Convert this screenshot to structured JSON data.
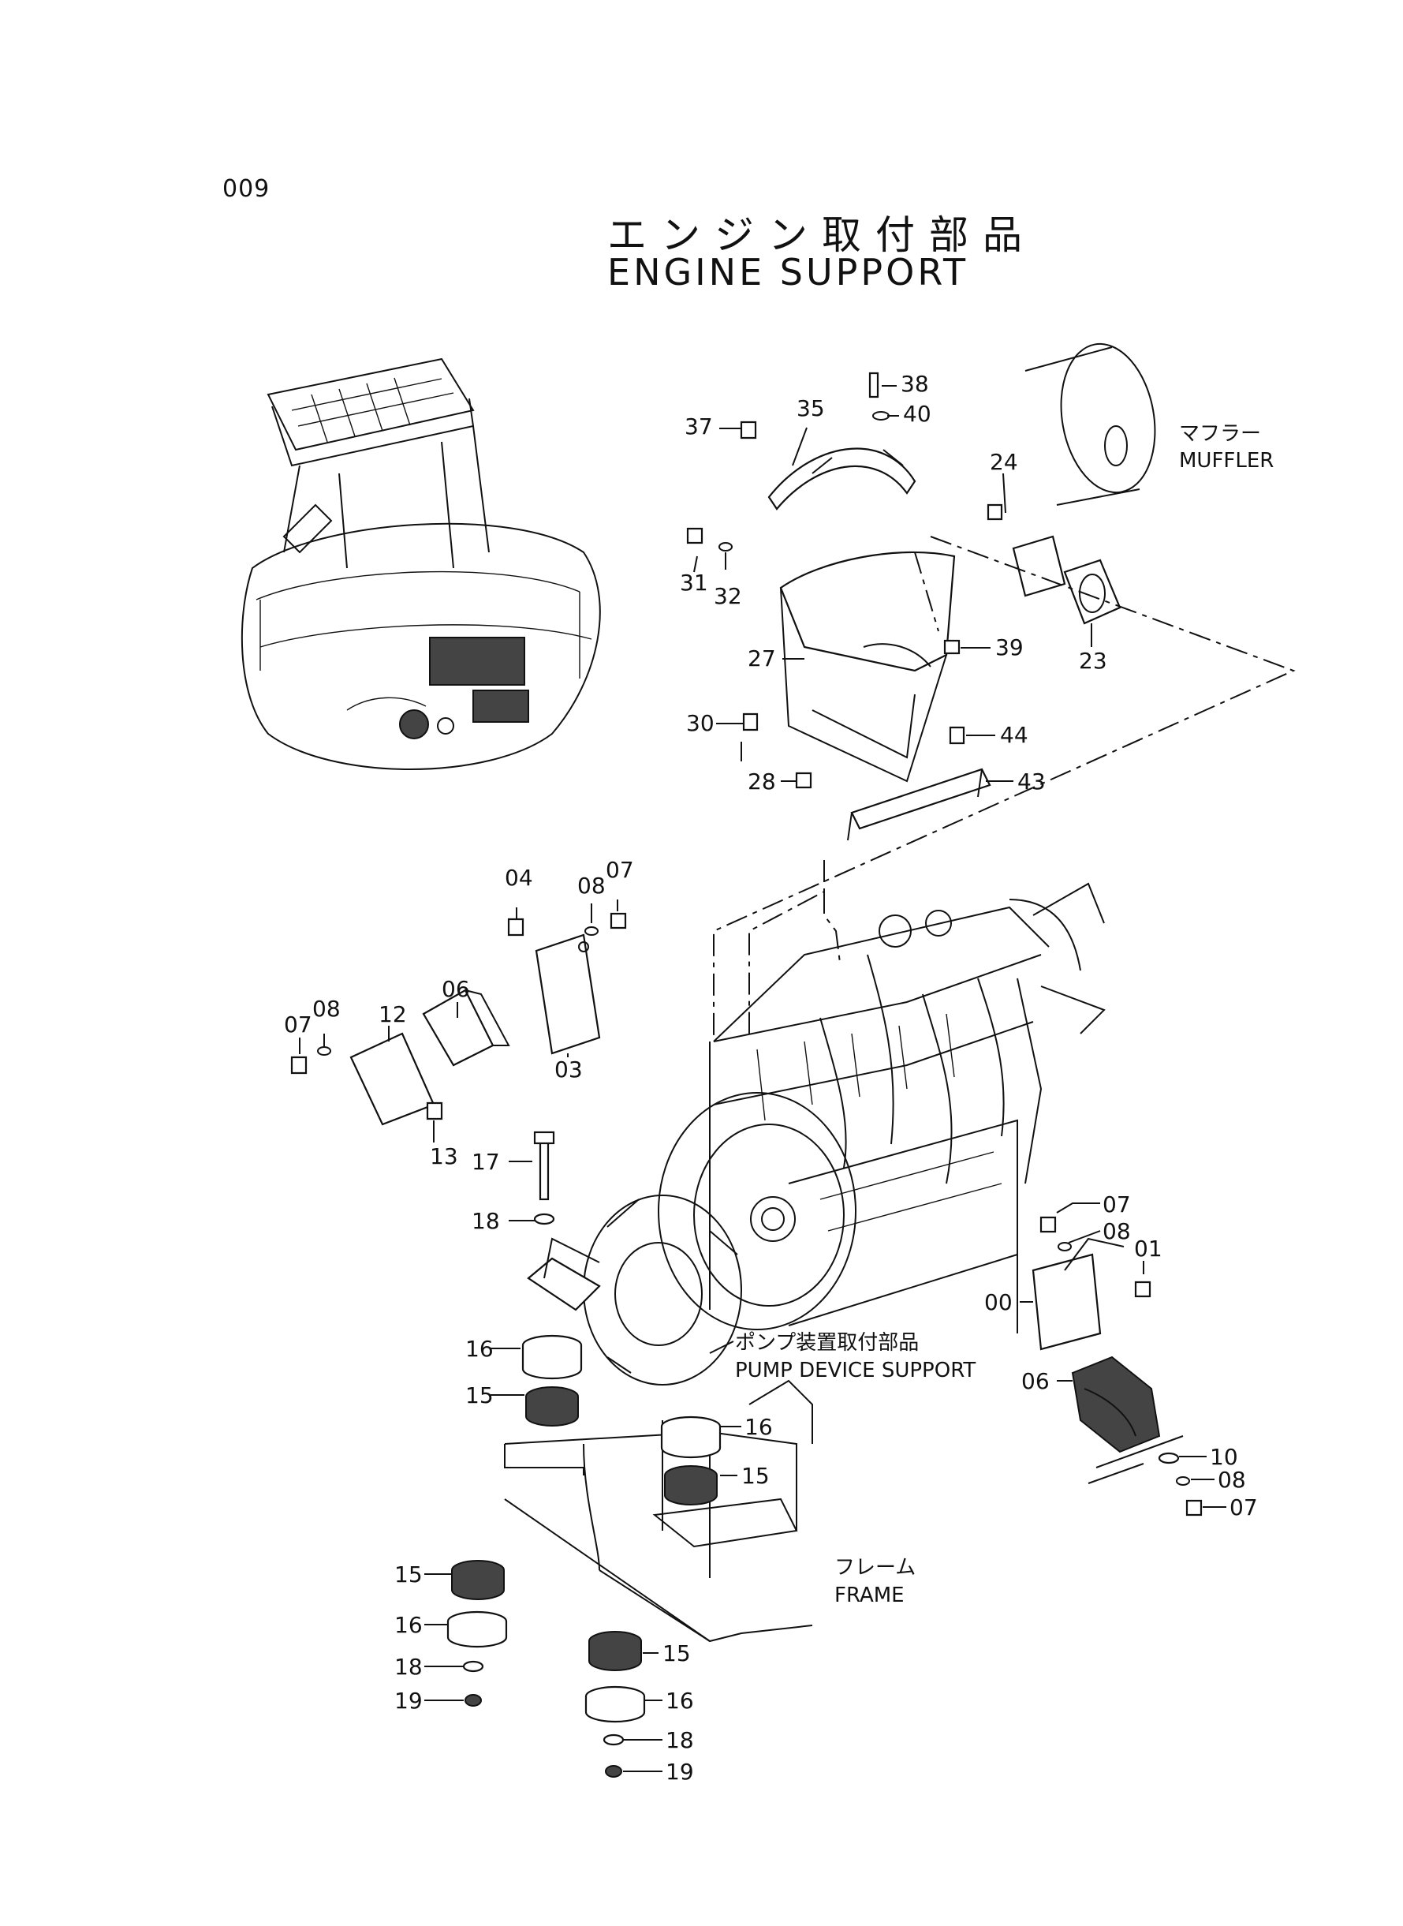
{
  "page_number": "009",
  "title_jp": "エンジン取付部品",
  "title_en": "ENGINE  SUPPORT",
  "captions": {
    "muffler_jp": "マフラー",
    "muffler_en": "MUFFLER",
    "pump_jp": "ポンプ装置取付部品",
    "pump_en": "PUMP DEVICE SUPPORT",
    "frame_jp": "フレーム",
    "frame_en": "FRAME"
  },
  "callouts": {
    "c38": "38",
    "c40": "40",
    "c37": "37",
    "c35": "35",
    "c24": "24",
    "c31": "31",
    "c32": "32",
    "c39": "39",
    "c23": "23",
    "c27": "27",
    "c30": "30",
    "c44": "44",
    "c28": "28",
    "c43": "43",
    "c04": "04",
    "c08a": "08",
    "c07a": "07",
    "c06a": "06",
    "c07b": "07",
    "c08b": "08",
    "c12": "12",
    "c03": "03",
    "c13": "13",
    "c17": "17",
    "c18a": "18",
    "c07c": "07",
    "c08c": "08",
    "c01": "01",
    "c00": "00",
    "c06b": "06",
    "c10": "10",
    "c08d": "08",
    "c07d": "07",
    "c16a": "16",
    "c15a": "15",
    "c16b": "16",
    "c15b": "15",
    "c15c": "15",
    "c16c": "16",
    "c18b": "18",
    "c19a": "19",
    "c15d": "15",
    "c16d": "16",
    "c18c": "18",
    "c19b": "19"
  }
}
